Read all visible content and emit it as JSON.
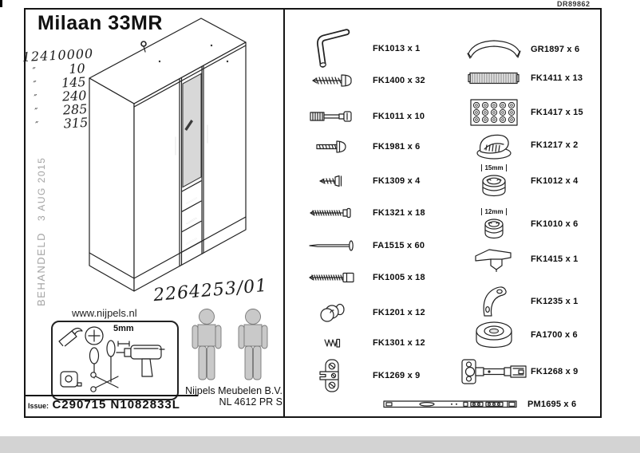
{
  "scan": {
    "code_top_right": "DR89862"
  },
  "left": {
    "title": "Milaan 33MR",
    "handwritten": {
      "line0": "12410000",
      "rows": [
        {
          "d": "″",
          "v": "10"
        },
        {
          "d": "″",
          "v": "145"
        },
        {
          "d": "″",
          "v": "240"
        },
        {
          "d": "″",
          "v": "285"
        },
        {
          "d": "″",
          "v": "315"
        }
      ]
    },
    "stamp": {
      "word": "BEHANDELD",
      "date": "3 AUG 2015"
    },
    "order_number": "2264253/01",
    "website": "www.nijpels.nl",
    "drill_size": "5mm",
    "company": {
      "line1": "Nijpels Meubelen B.V.",
      "line2": "NL  4612 PR S"
    },
    "issue": {
      "label": "Issue:",
      "value": "C290715  N1082833L"
    }
  },
  "parts": {
    "col1": [
      {
        "code": "FK1013",
        "qty": 1,
        "label": "FK1013 x 1"
      },
      {
        "code": "FK1400",
        "qty": 32,
        "label": "FK1400 x 32"
      },
      {
        "code": "FK1011",
        "qty": 10,
        "label": "FK1011 x 10"
      },
      {
        "code": "FK1981",
        "qty": 6,
        "label": "FK1981 x 6"
      },
      {
        "code": "FK1309",
        "qty": 4,
        "label": "FK1309 x 4"
      },
      {
        "code": "FK1321",
        "qty": 18,
        "label": "FK1321 x 18"
      },
      {
        "code": "FA1515",
        "qty": 60,
        "label": "FA1515 x 60"
      },
      {
        "code": "FK1005",
        "qty": 18,
        "label": "FK1005 x 18"
      },
      {
        "code": "FK1201",
        "qty": 12,
        "label": "FK1201 x 12"
      },
      {
        "code": "FK1301",
        "qty": 12,
        "label": "FK1301 x 12"
      },
      {
        "code": "FK1269",
        "qty": 9,
        "label": "FK1269 x 9"
      }
    ],
    "col2": [
      {
        "code": "GR1897",
        "qty": 6,
        "label": "GR1897 x 6"
      },
      {
        "code": "FK1411",
        "qty": 13,
        "label": "FK1411 x 13"
      },
      {
        "code": "FK1417",
        "qty": 15,
        "label": "FK1417 x 15"
      },
      {
        "code": "FK1217",
        "qty": 2,
        "label": "FK1217 x 2"
      },
      {
        "code": "FK1012",
        "qty": 4,
        "label": "FK1012 x 4",
        "dim": "15mm"
      },
      {
        "code": "FK1010",
        "qty": 6,
        "label": "FK1010 x 6",
        "dim": "12mm"
      },
      {
        "code": "FK1415",
        "qty": 1,
        "label": "FK1415 x 1"
      },
      {
        "code": "FK1235",
        "qty": 1,
        "label": "FK1235 x 1"
      },
      {
        "code": "FA1700",
        "qty": 6,
        "label": "FA1700 x 6"
      },
      {
        "code": "FK1268",
        "qty": 9,
        "label": "FK1268 x 9"
      },
      {
        "code": "PM1695",
        "qty": 6,
        "label": "PM1695 x 6"
      }
    ]
  }
}
